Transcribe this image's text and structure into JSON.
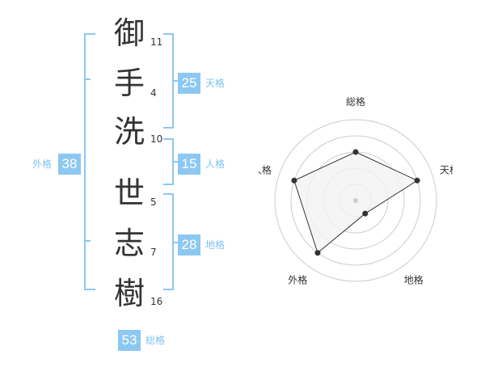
{
  "colors": {
    "accent": "#8cc8f2",
    "label": "#7fc2ef",
    "text": "#333333",
    "radar_fill": "#f2f2f2",
    "radar_ring": "#cccccc"
  },
  "name_chars": [
    {
      "char": "御",
      "strokes": "11"
    },
    {
      "char": "手",
      "strokes": "4"
    },
    {
      "char": "洗",
      "strokes": "10"
    },
    {
      "char": "世",
      "strokes": "5"
    },
    {
      "char": "志",
      "strokes": "7"
    },
    {
      "char": "樹",
      "strokes": "16"
    }
  ],
  "fortunes": {
    "tenkaku": {
      "value": "25",
      "label": "天格"
    },
    "jinkaku": {
      "value": "15",
      "label": "人格"
    },
    "chikaku": {
      "value": "28",
      "label": "地格"
    },
    "gaikaku": {
      "value": "38",
      "label": "外格"
    },
    "soukaku": {
      "value": "53",
      "label": "総格"
    }
  },
  "chart_data": {
    "type": "radar",
    "axes": [
      "総格",
      "天格",
      "地格",
      "外格",
      "人格"
    ],
    "range": [
      0,
      5
    ],
    "rings": 5,
    "values": [
      3,
      4,
      1,
      4,
      4
    ]
  }
}
